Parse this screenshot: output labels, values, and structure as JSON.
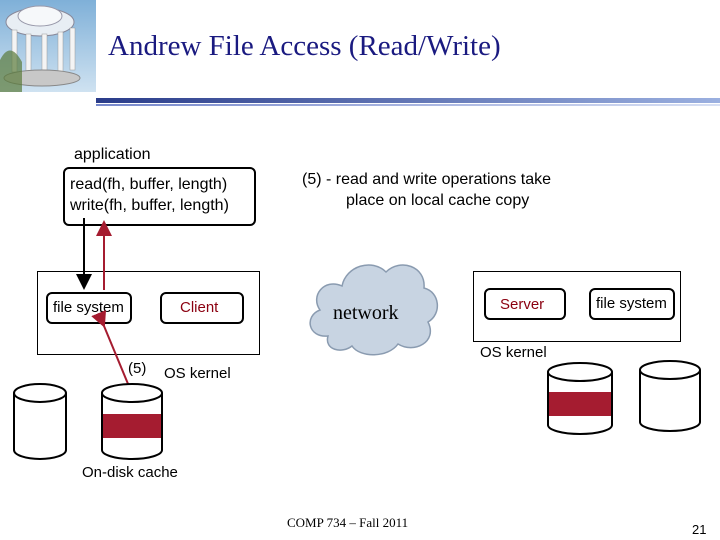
{
  "slide": {
    "title": "Andrew File Access (Read/Write)",
    "footer": "COMP 734 – Fall 2011",
    "page_number": "21"
  },
  "diagram": {
    "application_label": "application",
    "app_call_read": "read(fh, buffer, length)",
    "app_call_write": "write(fh, buffer, length)",
    "note_line1": "(5) - read and write operations take",
    "note_line2": "place on local cache copy",
    "client_fs": "file system",
    "client_label": "Client",
    "network_label": "network",
    "server_label": "Server",
    "server_fs": "file system",
    "server_os": "OS kernel",
    "step_label": "(5)",
    "client_os": "OS kernel",
    "cache_label": "On-disk cache"
  },
  "colors": {
    "title": "#1a1a80",
    "accent_red": "#a51c30",
    "cloud": "#c8d4e2"
  }
}
